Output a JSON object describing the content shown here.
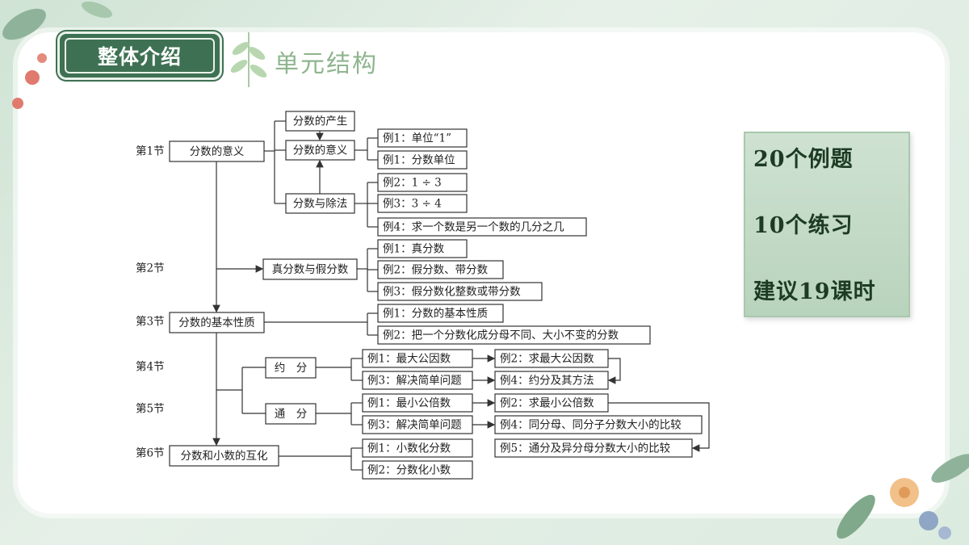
{
  "header": {
    "badge_label": "整体介绍",
    "section_title": "单元结构"
  },
  "summary": {
    "examples": "20个例题",
    "exercises": "10个练习",
    "lessons": "建议19课时"
  },
  "diagram": {
    "sections": [
      "第1节",
      "第2节",
      "第3节",
      "第4节",
      "第5节",
      "第6节"
    ],
    "nodes": {
      "s1": "分数的意义",
      "s1_a": "分数的产生",
      "s1_b": "分数的意义",
      "s1_c": "分数与除法",
      "s1_b1": "例1：单位“1”",
      "s1_b2": "例1：分数单位",
      "s1_c1": "例2：1 ÷ 3",
      "s1_c2": "例3：3 ÷ 4",
      "s1_c3": "例4：求一个数是另一个数的几分之几",
      "s2": "真分数与假分数",
      "s2_1": "例1：真分数",
      "s2_2": "例2：假分数、带分数",
      "s2_3": "例3：假分数化整数或带分数",
      "s3": "分数的基本性质",
      "s3_1": "例1：分数的基本性质",
      "s3_2": "例2：把一个分数化成分母不同、大小不变的分数",
      "s4": "约　分",
      "s4_1": "例1：最大公因数",
      "s4_2": "例3：解决简单问题",
      "s4_3": "例2：求最大公因数",
      "s4_4": "例4：约分及其方法",
      "s5": "通　分",
      "s5_1": "例1：最小公倍数",
      "s5_2": "例3：解决简单问题",
      "s5_3": "例2：求最小公倍数",
      "s5_4": "例4：同分母、同分子分数大小的比较",
      "s5_5": "例5：通分及异分母分数大小的比较",
      "s6": "分数和小数的互化",
      "s6_1": "例1：小数化分数",
      "s6_2": "例2：分数化小数"
    }
  }
}
